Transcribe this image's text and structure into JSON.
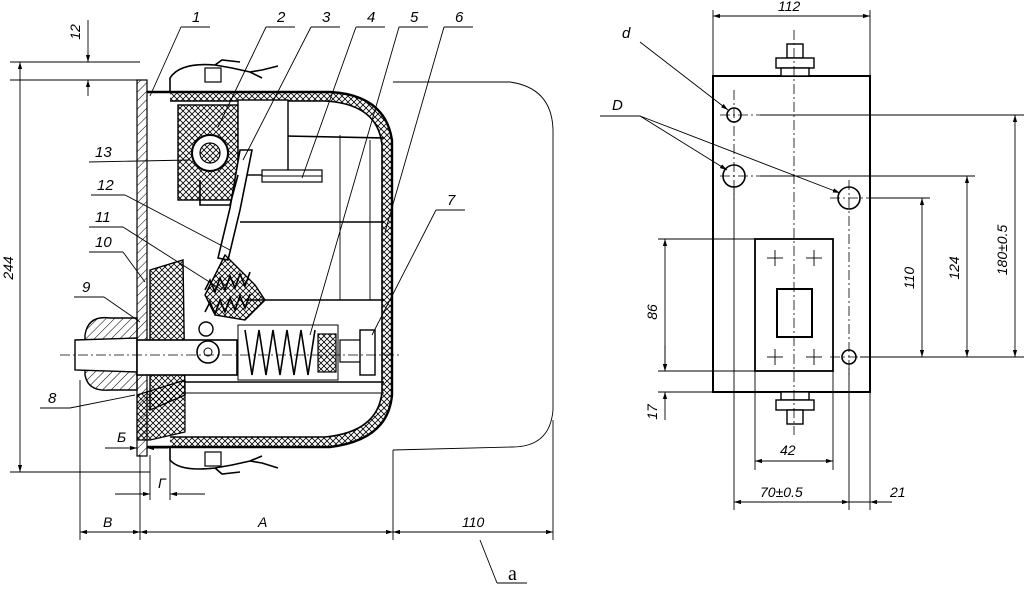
{
  "left_view": {
    "callouts": [
      {
        "id": "1",
        "text": "1"
      },
      {
        "id": "2",
        "text": "2"
      },
      {
        "id": "3",
        "text": "3"
      },
      {
        "id": "4",
        "text": "4"
      },
      {
        "id": "5",
        "text": "5"
      },
      {
        "id": "6",
        "text": "6"
      },
      {
        "id": "7",
        "text": "7"
      },
      {
        "id": "8",
        "text": "8"
      },
      {
        "id": "9",
        "text": "9"
      },
      {
        "id": "10",
        "text": "10"
      },
      {
        "id": "11",
        "text": "11"
      },
      {
        "id": "12",
        "text": "12"
      },
      {
        "id": "13",
        "text": "13"
      }
    ],
    "dimensions": {
      "top_gap": "12",
      "height": "244",
      "b_cyr": "Б",
      "g_cyr": "Г",
      "v_cyr": "В",
      "a_lat": "А",
      "cover_depth": "110"
    },
    "view_label": "а"
  },
  "right_view": {
    "hole_labels": {
      "small": "d",
      "large": "D"
    },
    "dimensions": {
      "width": "112",
      "h_110": "110",
      "h_124": "124",
      "h_180": "180±0.5",
      "h_86": "86",
      "h_17": "17",
      "w_42": "42",
      "w_70": "70±0.5",
      "w_21": "21"
    }
  }
}
